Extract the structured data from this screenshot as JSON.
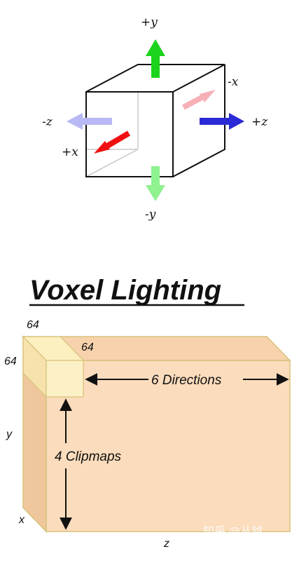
{
  "axes": {
    "pos_y": "+y",
    "neg_y": "-y",
    "pos_x": "+x",
    "neg_x": "-x",
    "pos_z": "+z",
    "neg_z": "-z"
  },
  "title": "Voxel Lighting",
  "grid": {
    "top_size": "64",
    "side_size": "64",
    "depth_size": "64",
    "directions": "6 Directions",
    "clipmaps": "4 Clipmaps",
    "axis_y": "y",
    "axis_x": "x",
    "axis_z": "z"
  },
  "watermark": "知乎 @丛越",
  "colors": {
    "green": "#1bd41b",
    "light_green": "#8ef28e",
    "red": "#f01010",
    "pink": "#f6b0b6",
    "blue": "#2a2ad6",
    "light_blue": "#b8b8f4",
    "volume_fill": "#fbdcbc",
    "volume_top": "#f7d2ac",
    "volume_side": "#f0c79c",
    "volume_edge": "#d6c27a",
    "cell_fill": "#fcf1c6"
  }
}
